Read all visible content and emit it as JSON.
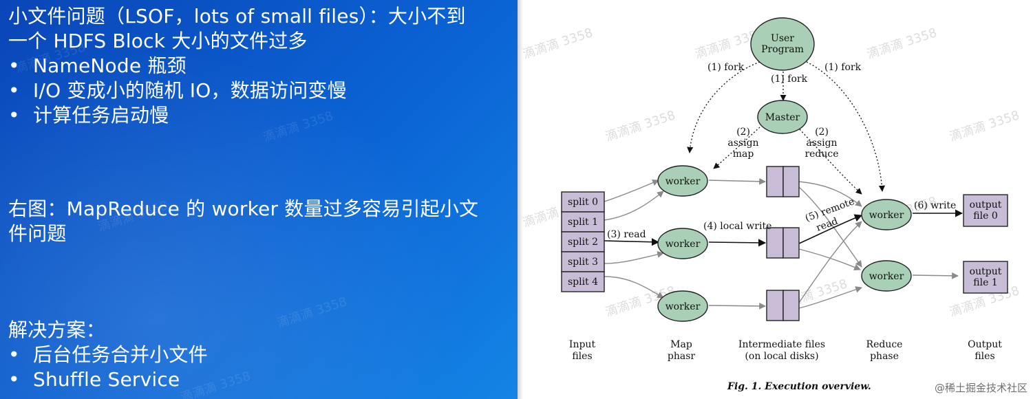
{
  "left": {
    "line1": "小文件问题（LSOF，lots of small files）：大小不到",
    "line2": "一个 HDFS Block 大小的文件过多",
    "bullets1": [
      "NameNode 瓶颈",
      "I/O 变成小的随机 IO，数据访问变慢",
      "计算任务启动慢"
    ],
    "note_line1": "右图：MapReduce 的 worker 数量过多容易引起小文",
    "note_line2": "件问题",
    "solution_title": "解决方案：",
    "bullets2": [
      "后台任务合并小文件",
      "Shuffle Service"
    ],
    "bullet_char": "•"
  },
  "diagram": {
    "user_program": [
      "User",
      "Program"
    ],
    "master": "Master",
    "worker_label": "worker",
    "splits": [
      "split 0",
      "split 1",
      "split 2",
      "split 3",
      "split 4"
    ],
    "outputs": [
      [
        "output",
        "file 0"
      ],
      [
        "output",
        "file 1"
      ]
    ],
    "edge_labels": {
      "fork_left": "(1) fork",
      "fork_mid": "(1) fork",
      "fork_right": "(1) fork",
      "assign_map": [
        "(2)",
        "assign",
        "map"
      ],
      "assign_reduce": [
        "(2)",
        "assign",
        "reduce"
      ],
      "read": "(3) read",
      "local_write": "(4) local write",
      "remote_read": [
        "(5) remote",
        "read"
      ],
      "write": "(6) write"
    },
    "columns": [
      [
        "Input",
        "files"
      ],
      [
        "Map",
        "phasr"
      ],
      [
        "Intermediate files",
        "(on local disks)"
      ],
      [
        "Reduce",
        "phase"
      ],
      [
        "Output",
        "files"
      ]
    ],
    "caption": "Fig. 1. Execution overview.",
    "colors": {
      "ellipse_fill": "#a9cfb6",
      "box_fill": "#c9bcd6",
      "edge": "#8a8a8a",
      "text": "#111111"
    }
  },
  "watermark": "滴滴滴 3358",
  "footer": "@稀土掘金技术社区"
}
